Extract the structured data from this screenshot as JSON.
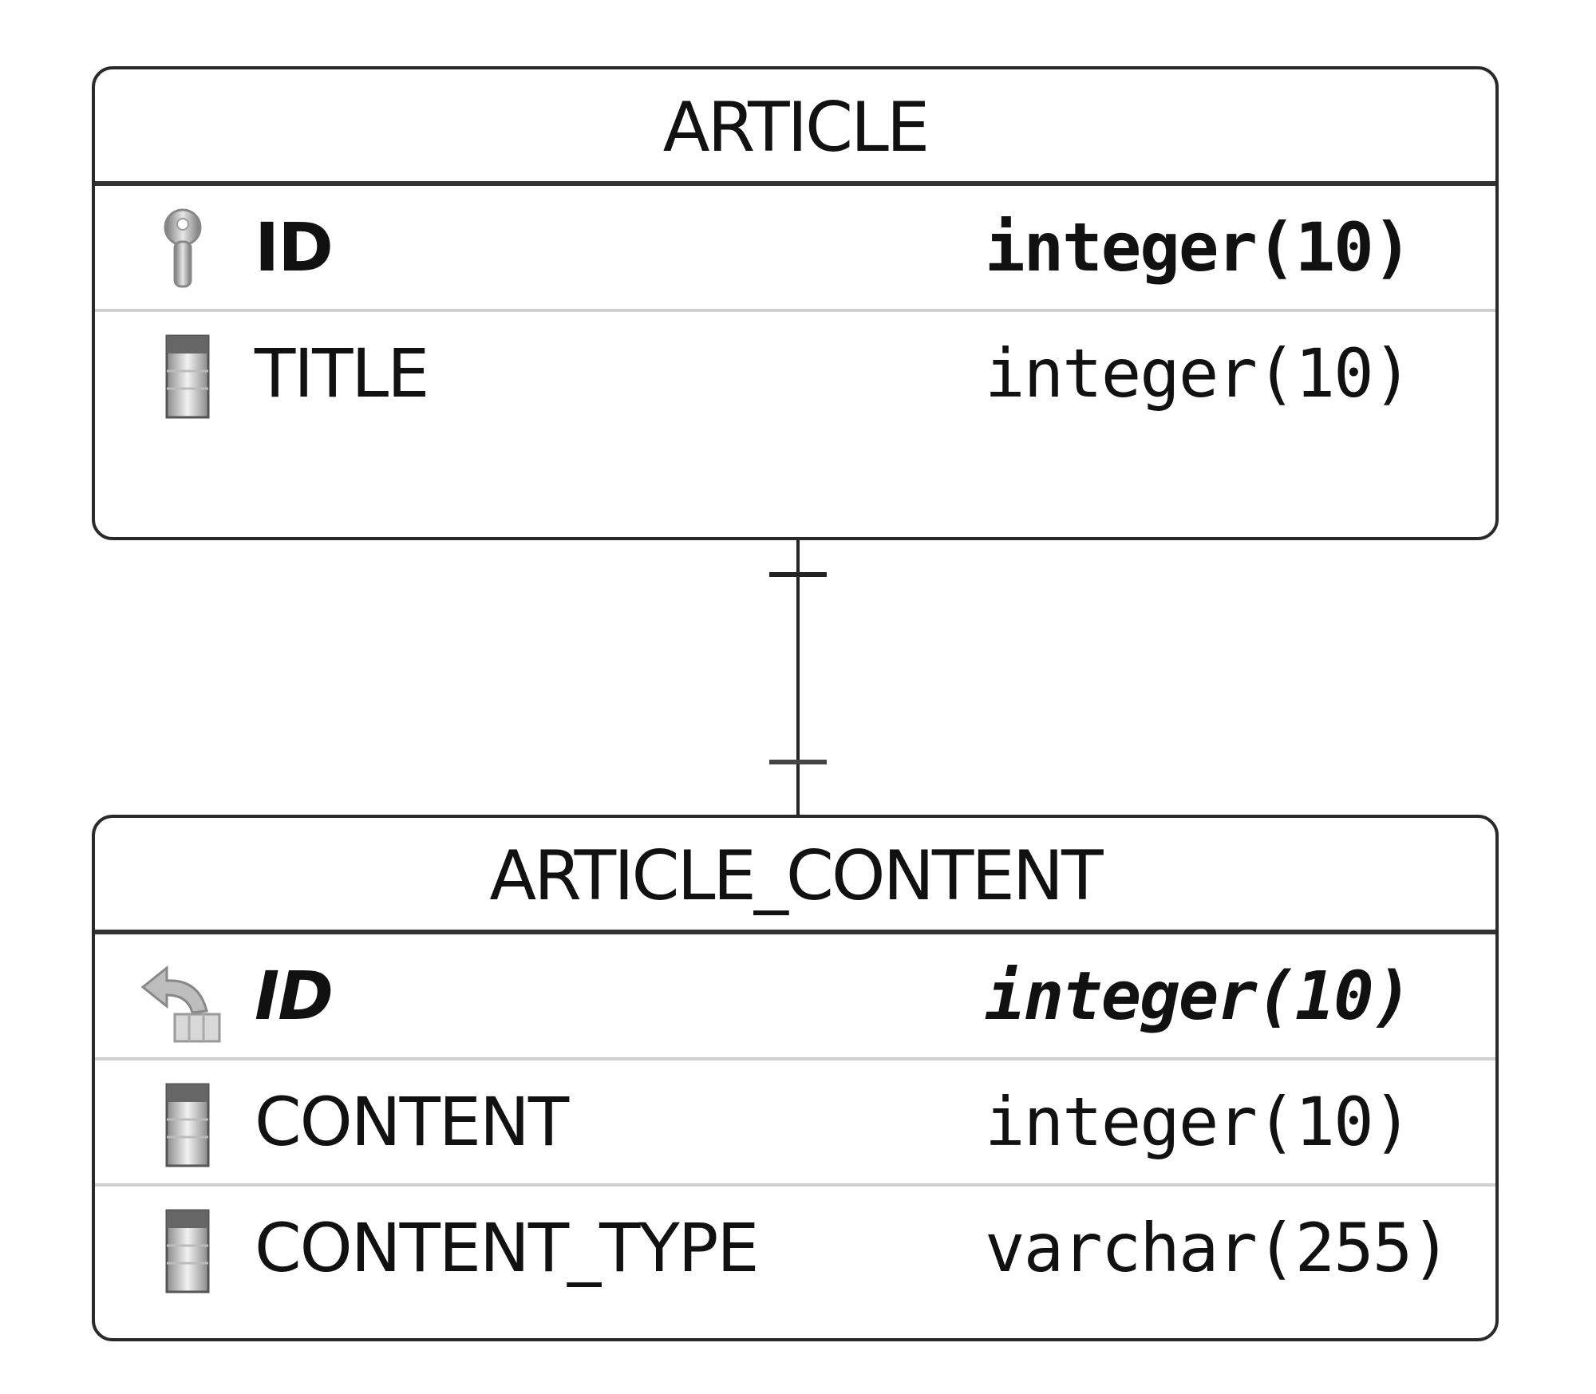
{
  "entities": [
    {
      "name": "ARTICLE",
      "columns": [
        {
          "name": "ID",
          "type": "integer(10)",
          "key": "primary",
          "icon": "primary-key-icon"
        },
        {
          "name": "TITLE",
          "type": "integer(10)",
          "key": "none",
          "icon": "column-icon"
        }
      ]
    },
    {
      "name": "ARTICLE_CONTENT",
      "columns": [
        {
          "name": "ID",
          "type": "integer(10)",
          "key": "foreign",
          "icon": "foreign-key-icon"
        },
        {
          "name": "CONTENT",
          "type": "integer(10)",
          "key": "none",
          "icon": "column-icon"
        },
        {
          "name": "CONTENT_TYPE",
          "type": "varchar(255)",
          "key": "none",
          "icon": "column-icon"
        }
      ]
    }
  ],
  "relationship": {
    "from": "ARTICLE",
    "to": "ARTICLE_CONTENT",
    "cardinality": "one-to-one"
  },
  "colors": {
    "border": "#2a2a2a",
    "row_divider": "#cfcfcf",
    "icon_gray": "#9a9a9a"
  }
}
